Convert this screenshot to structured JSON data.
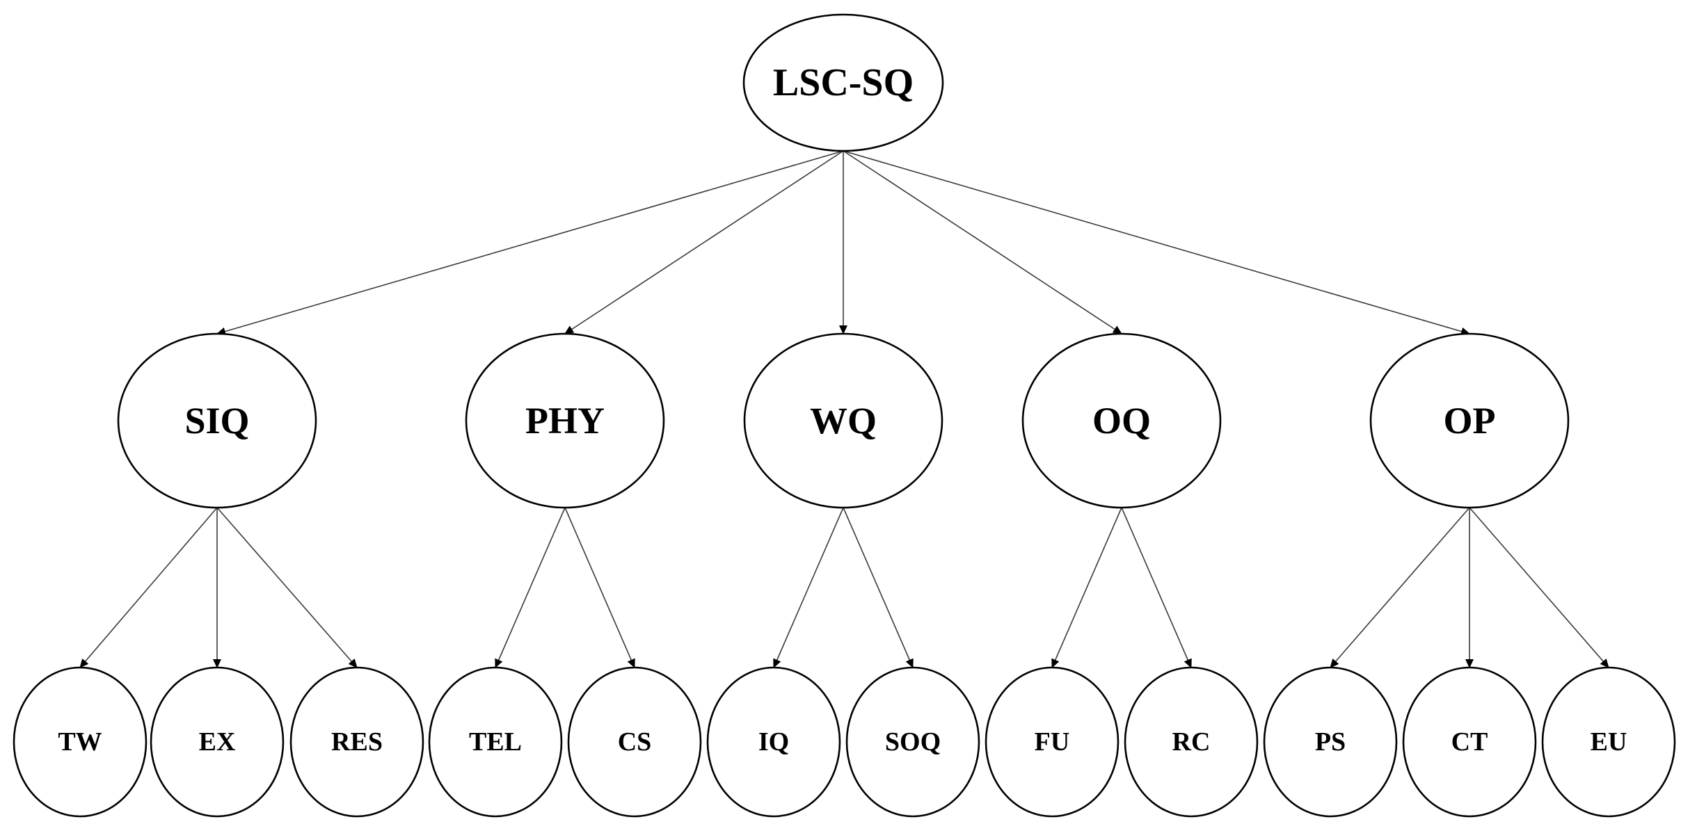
{
  "diagram": {
    "root": {
      "label": "LSC-SQ"
    },
    "dimensions": [
      {
        "label": "SIQ",
        "children": [
          "TW",
          "EX",
          "RES"
        ]
      },
      {
        "label": "PHY",
        "children": [
          "TEL",
          "CS"
        ]
      },
      {
        "label": "WQ",
        "children": [
          "IQ",
          "SOQ"
        ]
      },
      {
        "label": "OQ",
        "children": [
          "FU",
          "RC"
        ]
      },
      {
        "label": "OP",
        "children": [
          "PS",
          "CT",
          "EU"
        ]
      }
    ]
  }
}
